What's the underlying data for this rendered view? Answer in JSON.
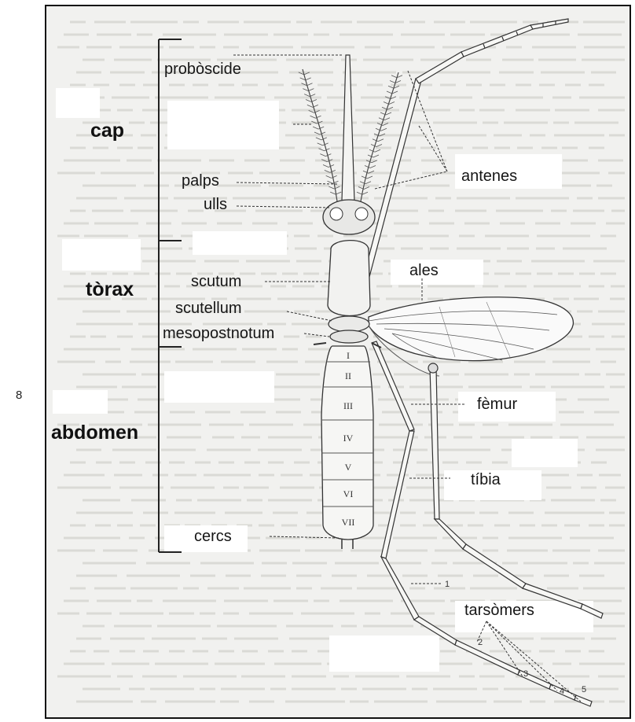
{
  "page_number": "8",
  "sections": {
    "head": "cap",
    "thorax": "tòrax",
    "abdomen": "abdomen"
  },
  "labels": {
    "proboscis": "probòscide",
    "palps": "palps",
    "eyes": "ulls",
    "antennae": "antenes",
    "scutum": "scutum",
    "wings": "ales",
    "scutellum": "scutellum",
    "mesopostnotum": "mesopostnotum",
    "femur": "fèmur",
    "tibia": "tíbia",
    "cerci": "cercs",
    "tarsomeres": "tarsòmers"
  },
  "abdominal_segments": [
    "I",
    "II",
    "III",
    "IV",
    "V",
    "VI",
    "VII"
  ],
  "tarsomere_numbers": [
    "1",
    "2",
    "3",
    "4",
    "5"
  ]
}
